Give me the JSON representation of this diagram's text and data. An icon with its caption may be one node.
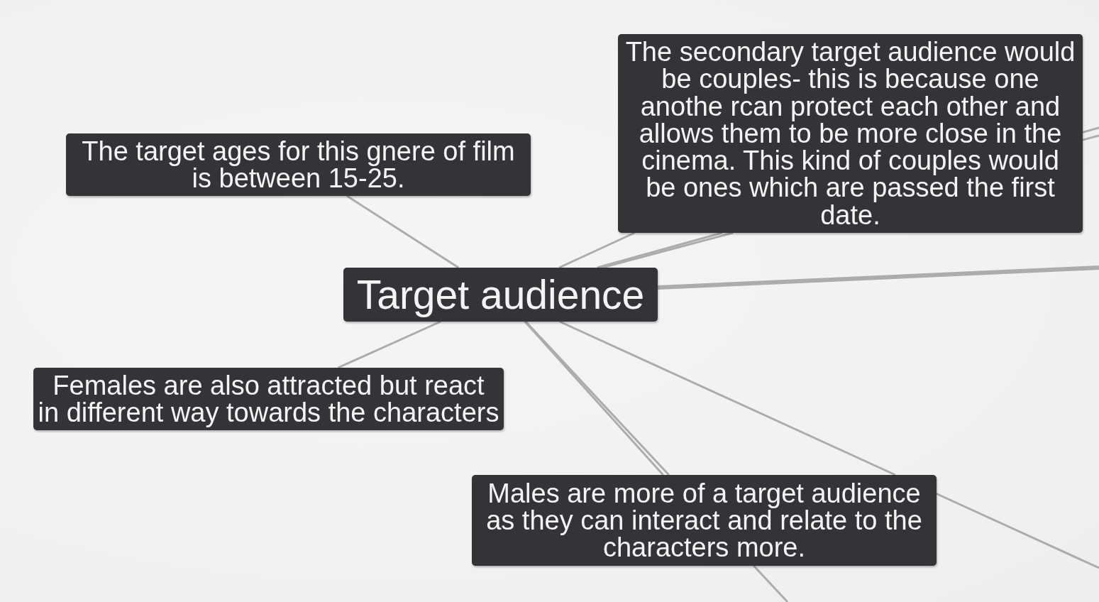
{
  "diagram": {
    "nodes": [
      {
        "text": [
          "Target audience"
        ]
      },
      {
        "text": [
          "The target ages for this gnere of film is between 15-25."
        ]
      },
      {
        "text": [
          "The secondary target audience would be couples- this is because one anothe rcan protect each other and allows them to be more close in the cinema. This kind of couples would be ones which are passed the first date."
        ]
      },
      {
        "text": [
          "Females are also attracted but react in different way towards the characters"
        ]
      },
      {
        "text": [
          "Males are more of a target audience as they can interact and relate to the characters more."
        ]
      }
    ],
    "edges": [
      {
        "from": 0,
        "to": 1,
        "arrow": "none"
      },
      {
        "from": 0,
        "to": 2,
        "arrow": "none"
      },
      {
        "from": 0,
        "to": null,
        "arrow": "none"
      },
      {
        "from": 0,
        "to": null,
        "arrow": "none"
      },
      {
        "from": 0,
        "to": null,
        "arrow": "none",
        "style": "thick"
      },
      {
        "from": 0,
        "to": 3,
        "arrow": "none"
      },
      {
        "from": 0,
        "to": 4,
        "arrow": "none"
      },
      {
        "from": 0,
        "to": null,
        "arrow": "none"
      },
      {
        "from": 0,
        "to": null,
        "arrow": "none"
      }
    ]
  }
}
